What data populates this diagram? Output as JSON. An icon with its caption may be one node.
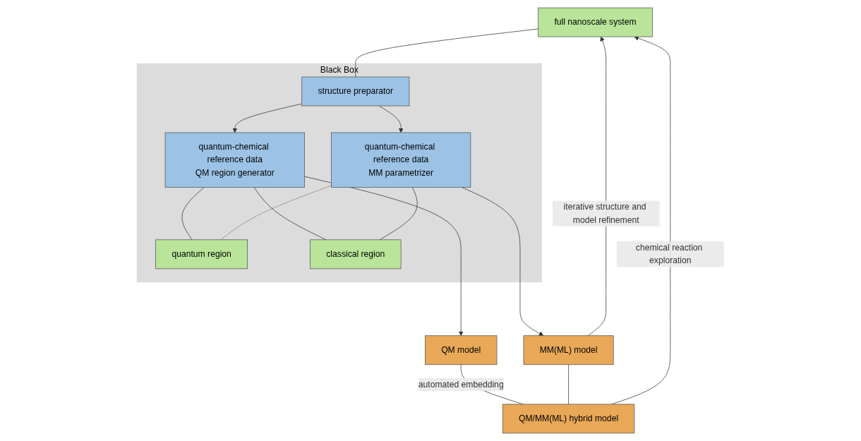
{
  "diagram": {
    "nodes": [
      {
        "text": [
          "full nanoscale system"
        ]
      },
      {
        "text": [
          "Black Box"
        ]
      },
      {
        "text": [
          "structure preparator"
        ],
        "in": 1
      },
      {
        "text": [
          "quantum-chemical reference data",
          "QM region generator"
        ],
        "in": 1
      },
      {
        "text": [
          "quantum region"
        ],
        "in": 1
      },
      {
        "text": [
          "classical region"
        ],
        "in": 1
      },
      {
        "text": [
          "quantum-chemical reference data",
          "MM parametrizer"
        ],
        "in": 1
      },
      {
        "text": [
          "QM model"
        ]
      },
      {
        "text": [
          "MM(ML) model"
        ]
      },
      {
        "text": [
          "QM/MM(ML) hybrid model"
        ]
      }
    ],
    "edges": [
      {
        "from": 0,
        "to": 2,
        "arrow": "none"
      },
      {
        "from": 2,
        "to": 3,
        "arrow": "to"
      },
      {
        "from": 2,
        "to": 6,
        "arrow": "to"
      },
      {
        "from": 3,
        "to": 4,
        "arrow": "none"
      },
      {
        "from": 3,
        "to": 5,
        "arrow": "none"
      },
      {
        "from": 6,
        "to": 4,
        "arrow": "none",
        "style": "dashed"
      },
      {
        "from": 6,
        "to": 5,
        "arrow": "none"
      },
      {
        "from": 3,
        "to": 7,
        "arrow": "to"
      },
      {
        "from": 6,
        "to": 8,
        "arrow": "to"
      },
      {
        "from": 7,
        "to": 9,
        "arrow": "none",
        "label": "automated embedding"
      },
      {
        "from": 8,
        "to": 9,
        "arrow": "none"
      },
      {
        "from": 9,
        "to": 0,
        "arrow": "to",
        "label": "chemical reaction exploration"
      },
      {
        "from": 8,
        "to": 0,
        "arrow": "to",
        "label": "iterative structure and model refinement"
      }
    ]
  }
}
